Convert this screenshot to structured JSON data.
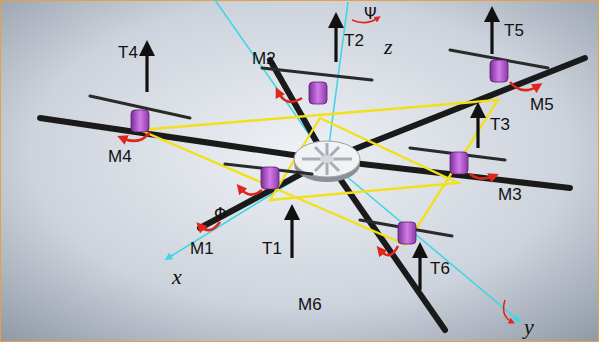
{
  "diagram": {
    "labels": [
      "T4",
      "M2",
      "T2",
      "Ψ",
      "T5",
      "z",
      "M4",
      "M5",
      "T3",
      "M3",
      "M1",
      "Φ",
      "x",
      "T1",
      "T6",
      "M6",
      "y"
    ]
  }
}
